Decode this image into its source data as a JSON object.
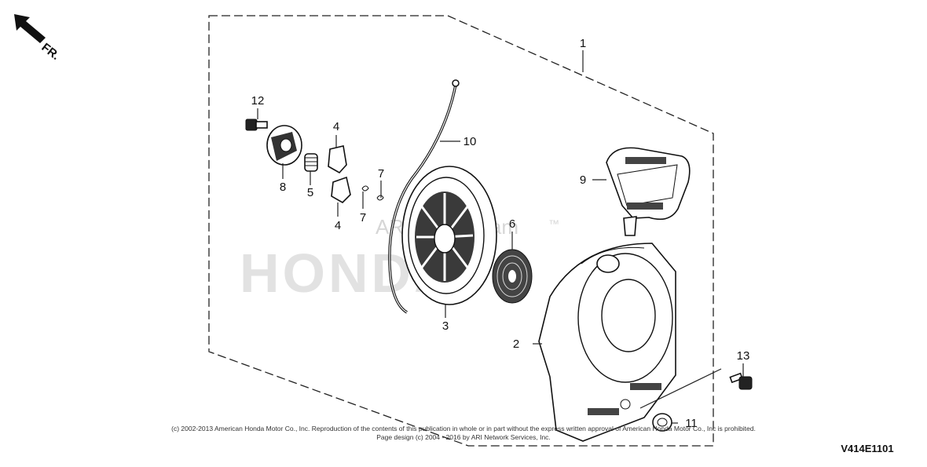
{
  "orientation": {
    "label": "FR."
  },
  "watermark": {
    "text": "ARI PartStream",
    "trademark": "™",
    "brand": "HONDA"
  },
  "callouts": {
    "c1": "1",
    "c2": "2",
    "c3": "3",
    "c4a": "4",
    "c4b": "4",
    "c5": "5",
    "c6": "6",
    "c7a": "7",
    "c7b": "7",
    "c8": "8",
    "c9": "9",
    "c10": "10",
    "c11": "11",
    "c12": "12",
    "c13": "13"
  },
  "copyright": {
    "line1": "(c) 2002-2013 American Honda Motor Co., Inc. Reproduction of the contents of this publication in whole or in part without the express written approval of American Honda Motor Co., Inc is prohibited.",
    "line2": "Page design (c) 2004 - 2016 by ARI Network Services, Inc."
  },
  "diagram_code": "V414E1101",
  "colors": {
    "ink": "#111111",
    "watermark": "#dddddd"
  }
}
